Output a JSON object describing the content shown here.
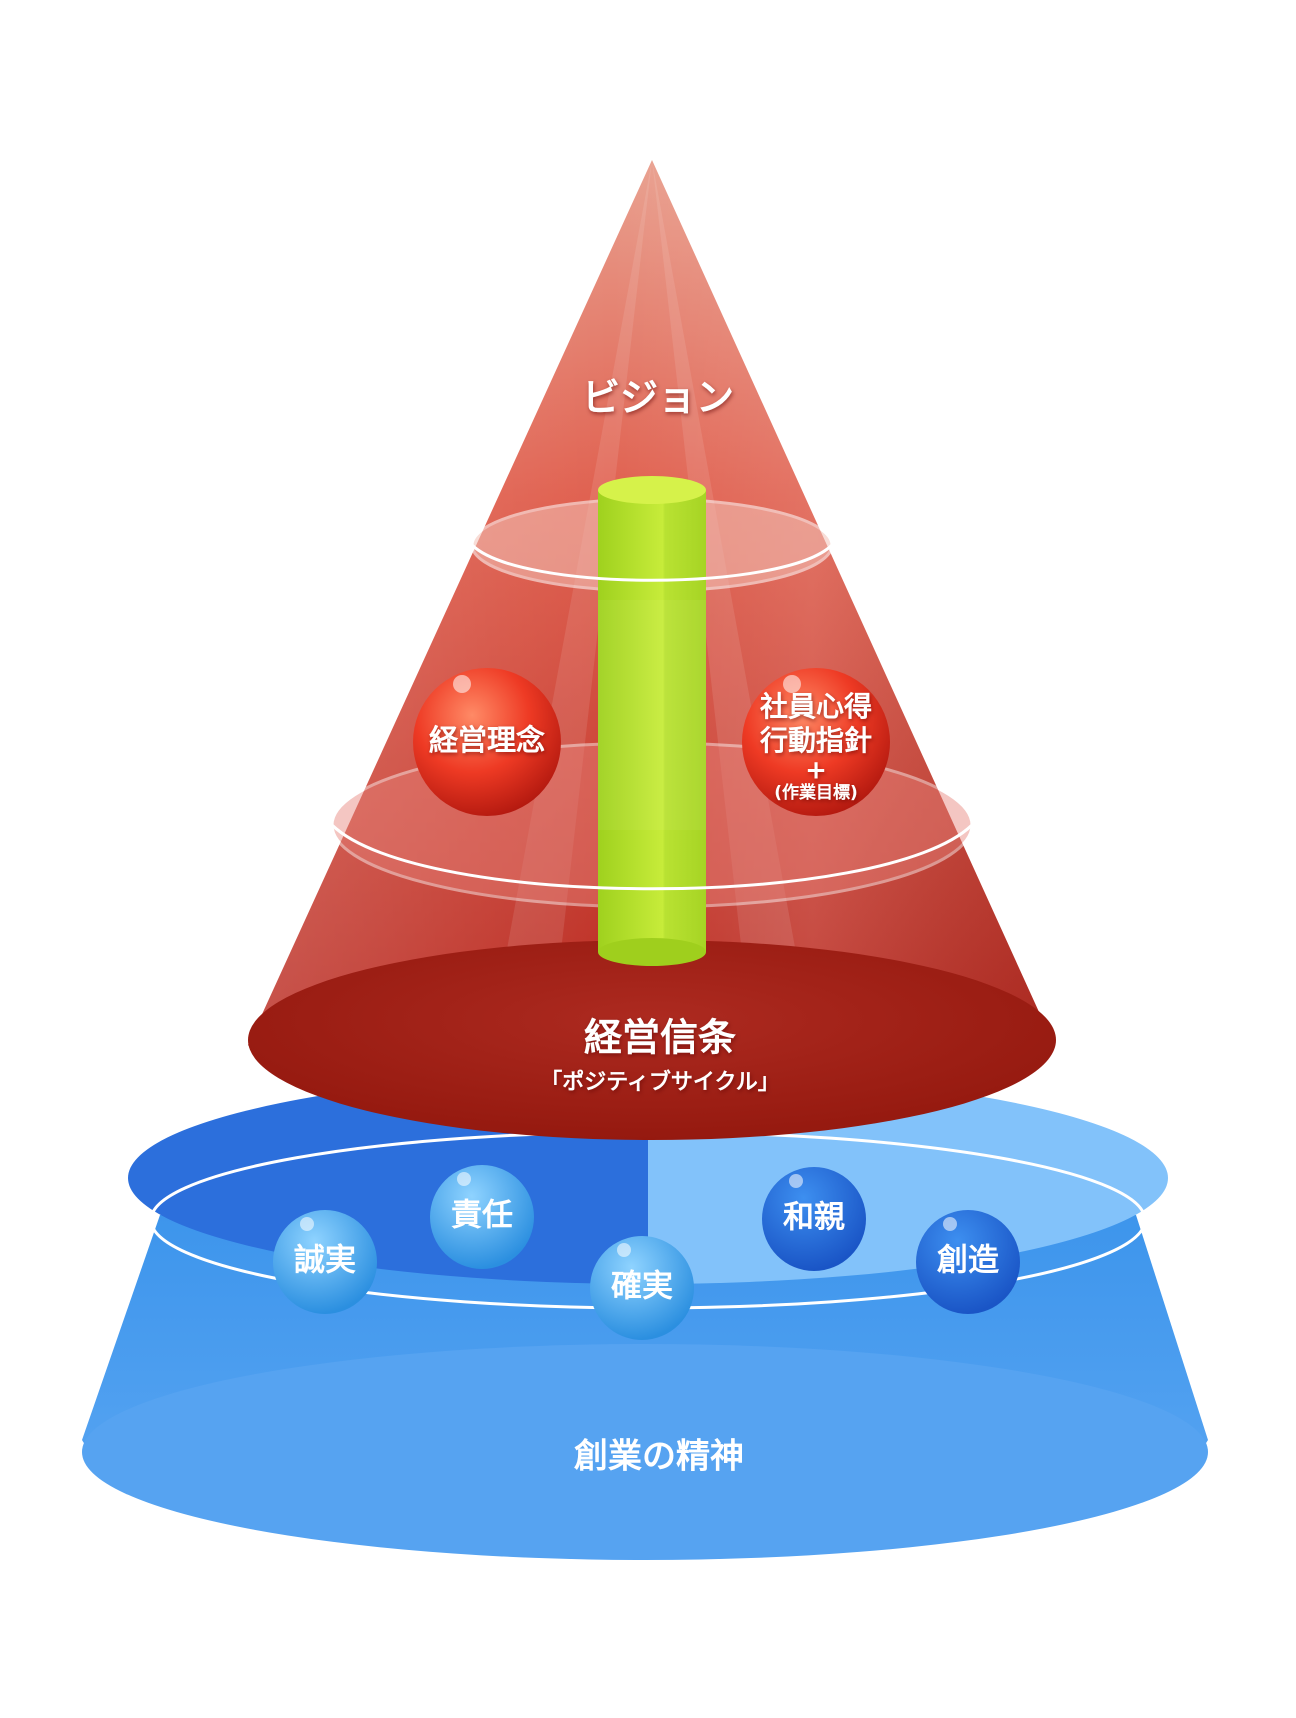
{
  "diagram": {
    "vision": "ビジョン",
    "philosophy": "経営理念",
    "guidelines": {
      "line1": "社員心得",
      "line2": "行動指針",
      "plus": "+",
      "line3": "(作業目標)"
    },
    "creed": {
      "title": "経営信条",
      "subtitle": "「ポジティブサイクル」"
    },
    "foundation": {
      "title": "創業の精神",
      "values": [
        "誠実",
        "責任",
        "確実",
        "和親",
        "創造"
      ]
    }
  }
}
